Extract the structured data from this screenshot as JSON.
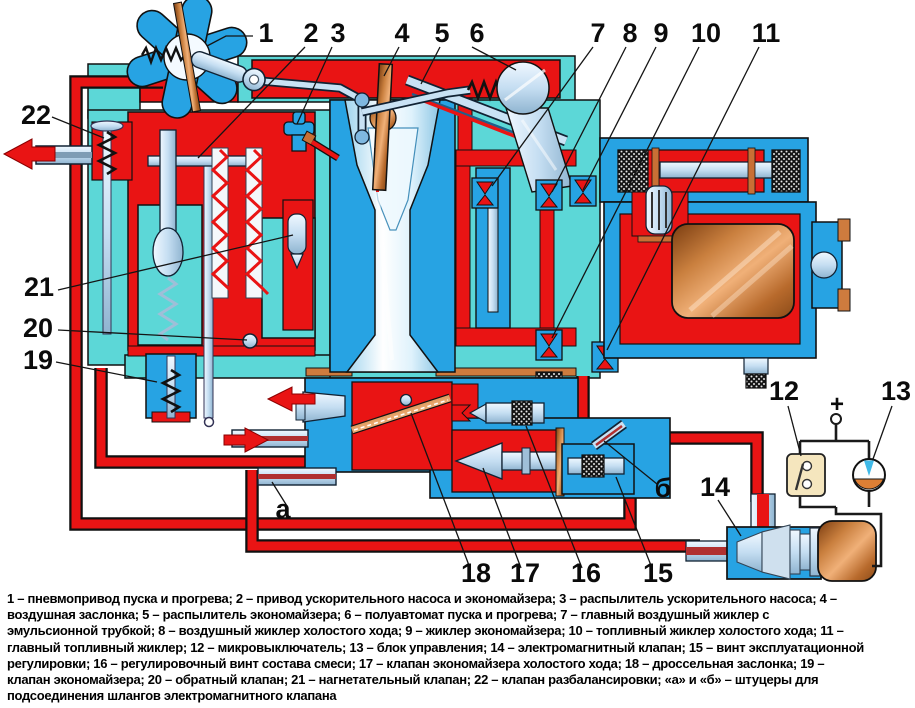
{
  "palette": {
    "body_cyan": "#5CD7D7",
    "passage_red": "#E91414",
    "part_blue": "#27A3E3",
    "metal_blue": "#C9E2F4",
    "copper": "#C17338",
    "float_copper": "#C97F3E",
    "switch_beige": "#F5E6BE",
    "wire_black": "#1A1A1A"
  },
  "callouts": {
    "c1": "1",
    "c2": "2",
    "c3": "3",
    "c4": "4",
    "c5": "5",
    "c6": "6",
    "c7": "7",
    "c8": "8",
    "c9": "9",
    "c10": "10",
    "c11": "11",
    "c12": "12",
    "c13": "13",
    "c14": "14",
    "c15": "15",
    "c16": "16",
    "c17": "17",
    "c18": "18",
    "c19": "19",
    "c20": "20",
    "c21": "21",
    "c22": "22",
    "ca": "а",
    "cb": "б",
    "plus": "+"
  },
  "caption": {
    "lines": [
      "1 – пневмопривод пуска и прогрева; 2 – привод ускорительного насоса и экономайзера; 3 – распылитель ускорительного насоса; 4 –",
      "воздушная заслонка; 5 – распылитель экономайзера; 6 – полуавтомат пуска и прогрева; 7 – главный воздушный жиклер с",
      "эмульсионной трубкой; 8 – воздушный жиклер холостого хода; 9 – жиклер экономайзера; 10 – топливный жиклер холостого хода; 11 –",
      "главный топливный жиклер; 12 – микровыключатель; 13 – блок управления; 14 – электромагнитный клапан; 15 – винт эксплуатационной",
      "регулировки; 16 – регулировочный винт состава смеси; 17 – клапан экономайзера холостого хода; 18 – дроссельная заслонка; 19 –",
      "клапан экономайзера; 20 – обратный клапан; 21 – нагнетательный клапан; 22 – клапан разбалансировки; «а» и «б» – штуцеры для",
      "подсоединения шлангов электромагнитного клапана"
    ]
  }
}
